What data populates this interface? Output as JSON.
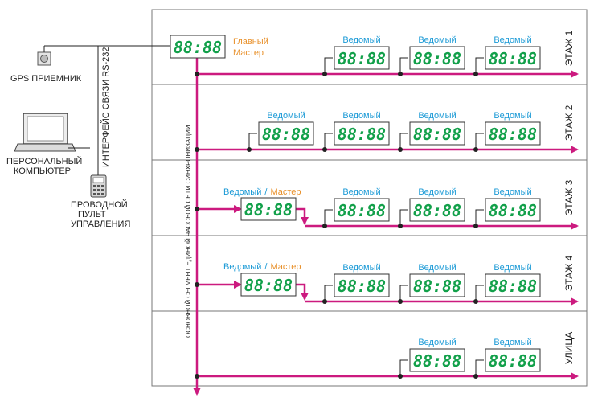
{
  "colors": {
    "bus": "#cc1a7f",
    "digits": "#12a04a",
    "slave": "#1b9ad6",
    "master": "#e8902a"
  },
  "clock_display": "88:88",
  "left_devices": {
    "gps": "GPS ПРИЕМНИК",
    "pc_line1": "ПЕРСОНАЛЬНЫЙ",
    "pc_line2": "КОМПЬЮТЕР",
    "panel_line1": "ПРОВОДНОЙ",
    "panel_line2": "ПУЛЬТ",
    "panel_line3": "УПРАВЛЕНИЯ"
  },
  "interface_label": "ИНТЕРФЕЙС СВЯЗИ RS-232",
  "segment_label": "ОСНОВНОЙ СЕГМЕНТ ЕДИНОЙ ЧАСОВОЙ СЕТИ СИНХРОНИЗАЦИИ",
  "master": {
    "line1": "Главный",
    "line2": "Мастер"
  },
  "slave_label": "Ведомый",
  "slave_master_sep": "/",
  "slave_master_label": "Мастер",
  "floors": [
    {
      "name": "ЭТАЖ 1",
      "slaves": 3
    },
    {
      "name": "ЭТАЖ 2",
      "slaves": 4
    },
    {
      "name": "ЭТАЖ 3",
      "slaves": 3,
      "sub_master": true
    },
    {
      "name": "ЭТАЖ 4",
      "slaves": 3,
      "sub_master": true
    },
    {
      "name": "УЛИЦА",
      "slaves": 2
    }
  ]
}
